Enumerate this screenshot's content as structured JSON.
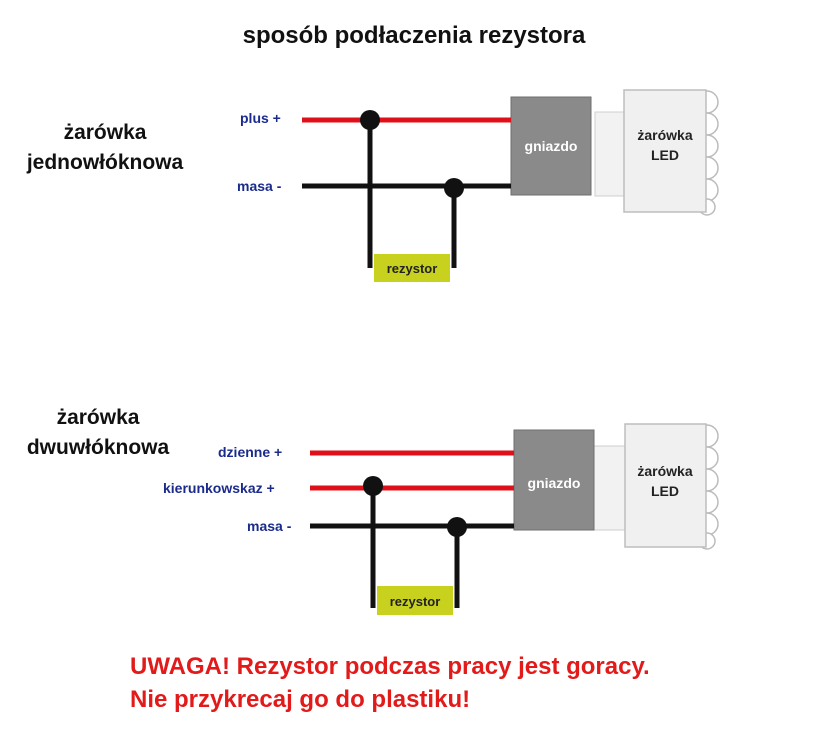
{
  "title": "sposób podłaczenia rezystora",
  "diagram1": {
    "label_line1": "żarówka",
    "label_line2": "jednowłóknowa",
    "wire_plus": "plus +",
    "wire_masa": "masa -",
    "socket": "gniazdo",
    "bulb_line1": "żarówka",
    "bulb_line2": "LED",
    "resistor": "rezystor"
  },
  "diagram2": {
    "label_line1": "żarówka",
    "label_line2": "dwuwłóknowa",
    "wire_dzienne": "dzienne +",
    "wire_kierunkowskaz": "kierunkowskaz +",
    "wire_masa": "masa -",
    "socket": "gniazdo",
    "bulb_line1": "żarówka",
    "bulb_line2": "LED",
    "resistor": "rezystor"
  },
  "warning": {
    "line1": "UWAGA! Rezystor podczas pracy jest goracy.",
    "line2": "Nie przykrecaj go do plastiku!"
  },
  "colors": {
    "wire_plus": "#e0101a",
    "wire_masa": "#111111",
    "socket": "#8a8a8a",
    "resistor": "#c8d21e",
    "label_blue": "#1a2b8c",
    "warning": "#e21a1a"
  }
}
